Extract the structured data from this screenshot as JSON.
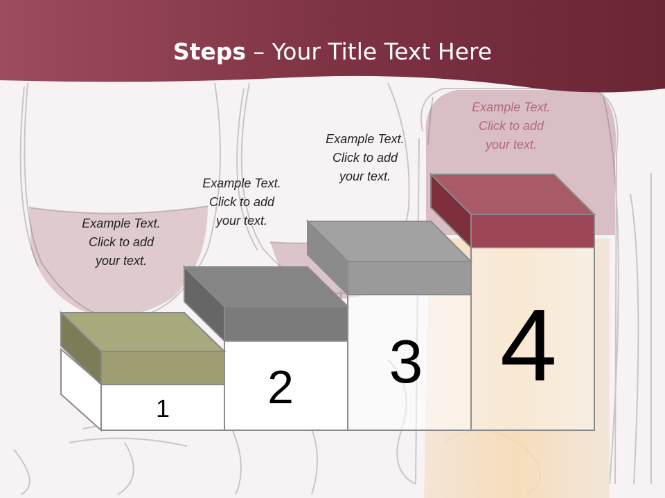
{
  "slide": {
    "title_bold": "Steps",
    "title_rest": " – Your Title Text Here"
  },
  "steps": [
    {
      "number": "1",
      "caption": [
        "Example Text.",
        "Click  to add",
        "your text."
      ],
      "color": "#9e9e74"
    },
    {
      "number": "2",
      "caption": [
        "Example Text.",
        "Click  to add",
        "your text."
      ],
      "color": "#7d7d7d"
    },
    {
      "number": "3",
      "caption": [
        "Example Text.",
        "Click  to add",
        "your text."
      ],
      "color": "#9a9a9a"
    },
    {
      "number": "4",
      "caption": [
        "Example Text.",
        "Click  to add",
        "your text."
      ],
      "color": "#a0505e"
    }
  ],
  "colors": {
    "header": "#8a3c4c",
    "wine": "#8c3a4a",
    "outline": "#8a8a8a",
    "highlight_text": "#b06a77"
  }
}
